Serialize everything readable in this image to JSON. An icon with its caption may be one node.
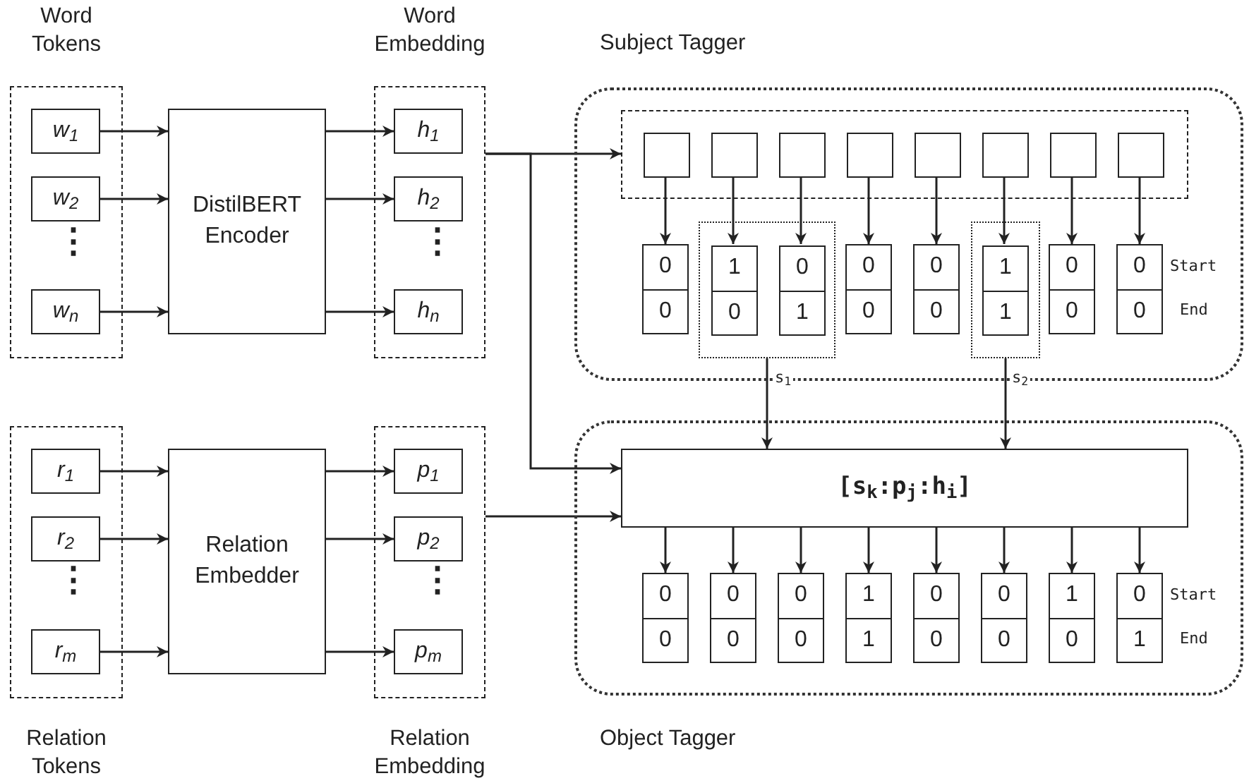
{
  "diagram": {
    "nodes": [
      {
        "text": [
          "Word Tokens"
        ]
      },
      {
        "text": [
          "w$_{1}$"
        ],
        "in": 0
      },
      {
        "text": [
          "w$_{2}$"
        ],
        "in": 0
      },
      {
        "text": [
          "w$_{n}$"
        ],
        "in": 0
      },
      {
        "text": [
          "DistilBERT Encoder"
        ]
      },
      {
        "text": [
          "Word Embedding"
        ]
      },
      {
        "text": [
          "h$_{1}$"
        ],
        "in": 5
      },
      {
        "text": [
          "h$_{2}$"
        ],
        "in": 5
      },
      {
        "text": [
          "h$_{n}$"
        ],
        "in": 5
      },
      {
        "text": [
          "Relation Tokens"
        ]
      },
      {
        "text": [
          "r$_{1}$"
        ],
        "in": 9
      },
      {
        "text": [
          "r$_{2}$"
        ],
        "in": 9
      },
      {
        "text": [
          "r$_{m}$"
        ],
        "in": 9
      },
      {
        "text": [
          "Relation Embedder"
        ]
      },
      {
        "text": [
          "Relation Embedding"
        ]
      },
      {
        "text": [
          "p$_{1}$"
        ],
        "in": 14
      },
      {
        "text": [
          "p$_{2}$"
        ],
        "in": 14
      },
      {
        "text": [
          "p$_{m}$"
        ],
        "in": 14
      },
      {
        "text": [
          "Subject Tagger"
        ]
      },
      {
        "text": [],
        "shape": "box",
        "in": 18
      },
      {
        "text": [],
        "shape": "box",
        "in": 19
      },
      {
        "text": [],
        "shape": "box",
        "in": 19
      },
      {
        "text": [],
        "shape": "box",
        "in": 19
      },
      {
        "text": [],
        "shape": "box",
        "in": 19
      },
      {
        "text": [],
        "shape": "box",
        "in": 19
      },
      {
        "text": [],
        "shape": "box",
        "in": 19
      },
      {
        "text": [],
        "shape": "box",
        "in": 19
      },
      {
        "text": [],
        "shape": "box",
        "in": 19
      },
      {
        "text": [],
        "shape": "box",
        "in": 18
      },
      {
        "text": [],
        "shape": "box",
        "in": 18
      },
      {
        "text": [
          "0",
          "0"
        ],
        "in": 18
      },
      {
        "text": [
          "1",
          "0"
        ],
        "in": 28
      },
      {
        "text": [
          "0",
          "1"
        ],
        "in": 28
      },
      {
        "text": [
          "0",
          "0"
        ],
        "in": 18
      },
      {
        "text": [
          "0",
          "0"
        ],
        "in": 18
      },
      {
        "text": [
          "1",
          "1"
        ],
        "in": 29
      },
      {
        "text": [
          "0",
          "0"
        ],
        "in": 18
      },
      {
        "text": [
          "0",
          "0"
        ],
        "in": 18
      },
      {
        "text": [
          "Object Tagger"
        ]
      },
      {
        "text": [
          "[s$_{k}$:p$_{j}$:h$_{i}$]"
        ],
        "in": 38
      },
      {
        "text": [
          "0",
          "0"
        ],
        "in": 38
      },
      {
        "text": [
          "0",
          "0"
        ],
        "in": 38
      },
      {
        "text": [
          "0",
          "0"
        ],
        "in": 38
      },
      {
        "text": [
          "1",
          "1"
        ],
        "in": 38
      },
      {
        "text": [
          "0",
          "0"
        ],
        "in": 38
      },
      {
        "text": [
          "0",
          "0"
        ],
        "in": 38
      },
      {
        "text": [
          "1",
          "0"
        ],
        "in": 38
      },
      {
        "text": [
          "0",
          "1"
        ],
        "in": 38
      }
    ],
    "edges": [
      {
        "from": 1,
        "to": 4,
        "arrow": "to"
      },
      {
        "from": 2,
        "to": 4,
        "arrow": "to"
      },
      {
        "from": 3,
        "to": 4,
        "arrow": "to"
      },
      {
        "from": 4,
        "to": 6,
        "arrow": "to"
      },
      {
        "from": 4,
        "to": 7,
        "arrow": "to"
      },
      {
        "from": 4,
        "to": 8,
        "arrow": "to"
      },
      {
        "from": 10,
        "to": 13,
        "arrow": "to"
      },
      {
        "from": 11,
        "to": 13,
        "arrow": "to"
      },
      {
        "from": 12,
        "to": 13,
        "arrow": "to"
      },
      {
        "from": 13,
        "to": 15,
        "arrow": "to"
      },
      {
        "from": 13,
        "to": 16,
        "arrow": "to"
      },
      {
        "from": 13,
        "to": 17,
        "arrow": "to"
      },
      {
        "from": 5,
        "to": 19,
        "arrow": "to"
      },
      {
        "from": 5,
        "to": 39,
        "arrow": "to"
      },
      {
        "from": 14,
        "to": 39,
        "arrow": "to"
      },
      {
        "from": 20,
        "to": 30,
        "arrow": "to"
      },
      {
        "from": 21,
        "to": 31,
        "arrow": "to"
      },
      {
        "from": 22,
        "to": 32,
        "arrow": "to"
      },
      {
        "from": 23,
        "to": 33,
        "arrow": "to"
      },
      {
        "from": 24,
        "to": 34,
        "arrow": "to"
      },
      {
        "from": 25,
        "to": 35,
        "arrow": "to"
      },
      {
        "from": 26,
        "to": 36,
        "arrow": "to"
      },
      {
        "from": 27,
        "to": 37,
        "arrow": "to"
      },
      {
        "from": 28,
        "to": 39,
        "arrow": "to",
        "label": "s$_{1}$"
      },
      {
        "from": 29,
        "to": 39,
        "arrow": "to",
        "label": "s$_{2}$"
      },
      {
        "from": 39,
        "to": 40,
        "arrow": "to"
      },
      {
        "from": 39,
        "to": 41,
        "arrow": "to"
      },
      {
        "from": 39,
        "to": 42,
        "arrow": "to"
      },
      {
        "from": 39,
        "to": 43,
        "arrow": "to"
      },
      {
        "from": 39,
        "to": 44,
        "arrow": "to"
      },
      {
        "from": 39,
        "to": 45,
        "arrow": "to"
      },
      {
        "from": 39,
        "to": 46,
        "arrow": "to"
      },
      {
        "from": 39,
        "to": 47,
        "arrow": "to"
      }
    ],
    "labels": [
      "⋮",
      "⋮",
      "Start",
      "End",
      "⋮",
      "⋮",
      "Start",
      "End"
    ]
  }
}
